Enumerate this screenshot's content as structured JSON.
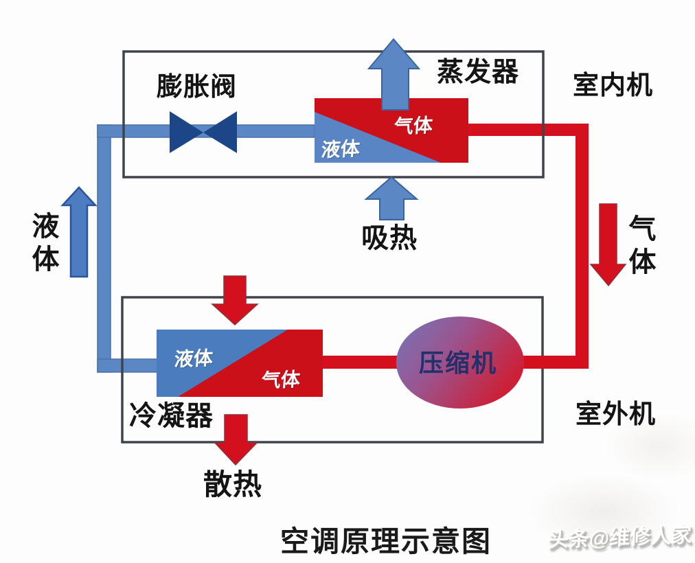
{
  "diagram": {
    "title": "空调原理示意图",
    "watermark": "头条@维修人家",
    "labels": {
      "indoor_unit": "室内机",
      "outdoor_unit": "室外机",
      "expansion_valve": "膨胀阀",
      "evaporator": "蒸发器",
      "condenser": "冷凝器",
      "compressor": "压缩机",
      "absorb_heat": "吸热",
      "release_heat": "散热",
      "liquid_side": "液体",
      "gas_side": "气体",
      "evaporator_liquid": "液体",
      "evaporator_gas": "气体",
      "condenser_liquid": "液体",
      "condenser_gas": "气体"
    },
    "colors": {
      "pipe_blue": "#5b87c5",
      "valve_navy": "#1c4688",
      "refrigerant_red": "#d5101e",
      "exchanger_red": "#cc101a",
      "evaporator_liquid_blue": "#5a85c4",
      "condenser_liquid_blue": "#4b7cbd",
      "compressor_gradient_start": "#7276ba",
      "compressor_gradient_end": "#cd1f36",
      "compressor_text": "#22306b",
      "unit_box_border": "#3f434b"
    }
  }
}
